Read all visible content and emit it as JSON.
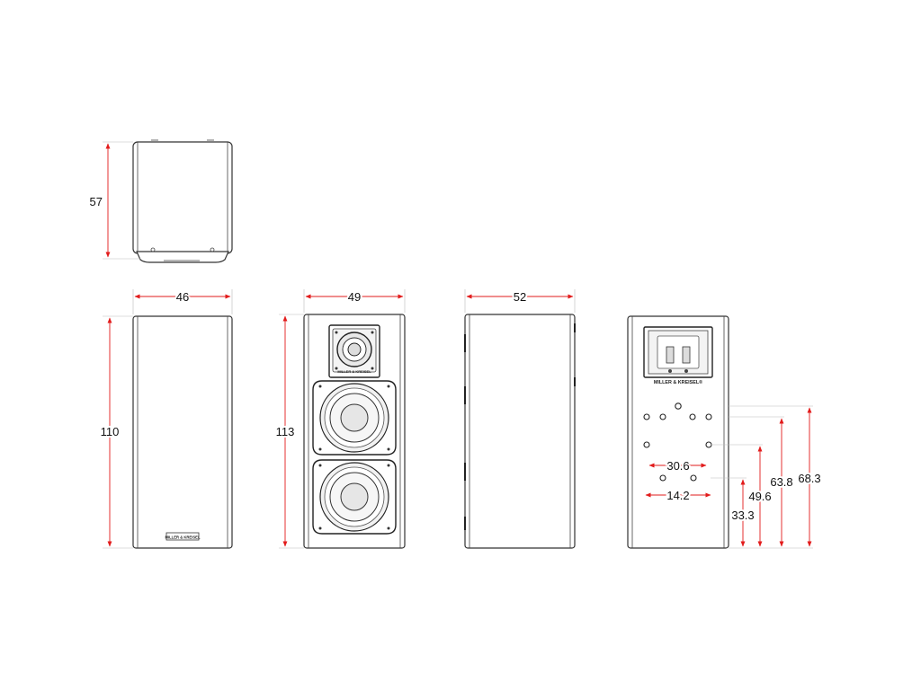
{
  "colors": {
    "dimension": "#e21b1b",
    "outline": "#333333",
    "background": "#ffffff"
  },
  "brand": {
    "logo_text": "MILLER & KREISEL",
    "back_logo_text": "MILLER & KREISEL®"
  },
  "views": {
    "top": {
      "height_label": "57"
    },
    "front_closed": {
      "width_label": "46",
      "height_label": "110"
    },
    "front_open": {
      "width_label": "49",
      "height_label": "113"
    },
    "side": {
      "width_label": "52"
    },
    "back": {
      "hole_spacing_wide": "30.6",
      "hole_spacing_narrow": "14.2",
      "height_333": "33.3",
      "height_496": "49.6",
      "height_638": "63.8",
      "height_683": "68.3"
    }
  }
}
